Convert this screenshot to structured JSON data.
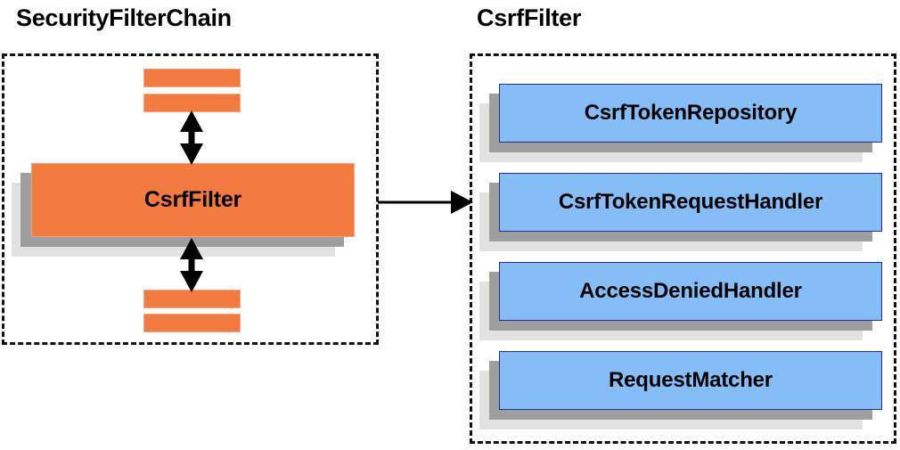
{
  "diagram": {
    "title_left": "SecurityFilterChain",
    "title_right": "CsrfFilter",
    "left_panel": {
      "center_box_label": "CsrfFilter",
      "bar_labels": [
        "",
        "",
        "",
        ""
      ],
      "arrows": [
        {
          "name": "double-arrow-top",
          "direction": "both"
        },
        {
          "name": "double-arrow-bottom",
          "direction": "both"
        }
      ]
    },
    "connector": {
      "name": "arrow-left-to-right",
      "direction": "right",
      "label": ""
    },
    "right_panel": {
      "items": [
        {
          "label": "CsrfTokenRepository"
        },
        {
          "label": "CsrfTokenRequestHandler"
        },
        {
          "label": "AccessDeniedHandler"
        },
        {
          "label": "RequestMatcher"
        }
      ]
    },
    "colors": {
      "orange_fill": "#f47b40",
      "orange_border": "#f2a585",
      "blue_fill": "#85bdf7",
      "blue_border": "#20309a",
      "shadow_near": "#9e9e9e",
      "shadow_far": "#e2e2e2",
      "outline": "#111111",
      "text": "#000000",
      "background": "#ffffff"
    }
  }
}
